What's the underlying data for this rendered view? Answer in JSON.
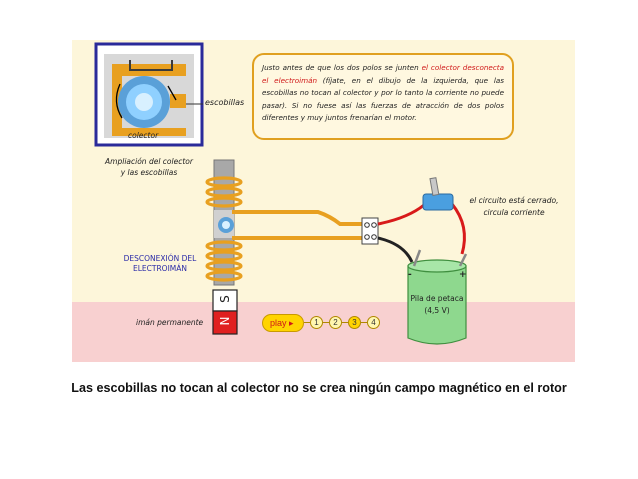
{
  "info_text": {
    "part1": "Justo antes de que los dos polos se junten ",
    "highlight": "el colector desconecta el electroimán",
    "part2": " (fíjate, en el dibujo de la izquierda, que las escobillas no tocan al colector y por lo tanto la corriente no puede pasar). Si no fuese así las fuerzas de atracción de dos polos diferentes y muy juntos frenarían el motor."
  },
  "labels": {
    "escobillas": "escobillas",
    "colector": "colector",
    "zoom_caption_1": "Ampliación del colector",
    "zoom_caption_2": "y las escobillas",
    "circuit_1": "el circuito está cerrado,",
    "circuit_2": "circula corriente",
    "disconnect_1": "DESCONEXIÓN DEL",
    "disconnect_2": "ELECTROIMÁN",
    "magnet": "imán permanente",
    "magnet_s": "S",
    "magnet_n": "N",
    "battery_1": "Pila de petaca",
    "battery_2": "(4,5 V)",
    "minus": "-",
    "plus": "+"
  },
  "controls": {
    "play_label": "play ▸",
    "steps": [
      "1",
      "2",
      "3",
      "4"
    ],
    "active_step": "3"
  },
  "caption": "Las escobillas no tocan al colector no se crea ningún campo magnético en el rotor",
  "colors": {
    "panel": "#fdf6da",
    "floor": "#f8d0d0",
    "coil": "#e8a020",
    "wire_red": "#d81a1a",
    "wire_black": "#222222",
    "battery": "#8ed88e",
    "magnet_s": "#ffffff",
    "magnet_n": "#e02020",
    "switch": "#4a9fe0",
    "box_border": "#e0a020"
  }
}
